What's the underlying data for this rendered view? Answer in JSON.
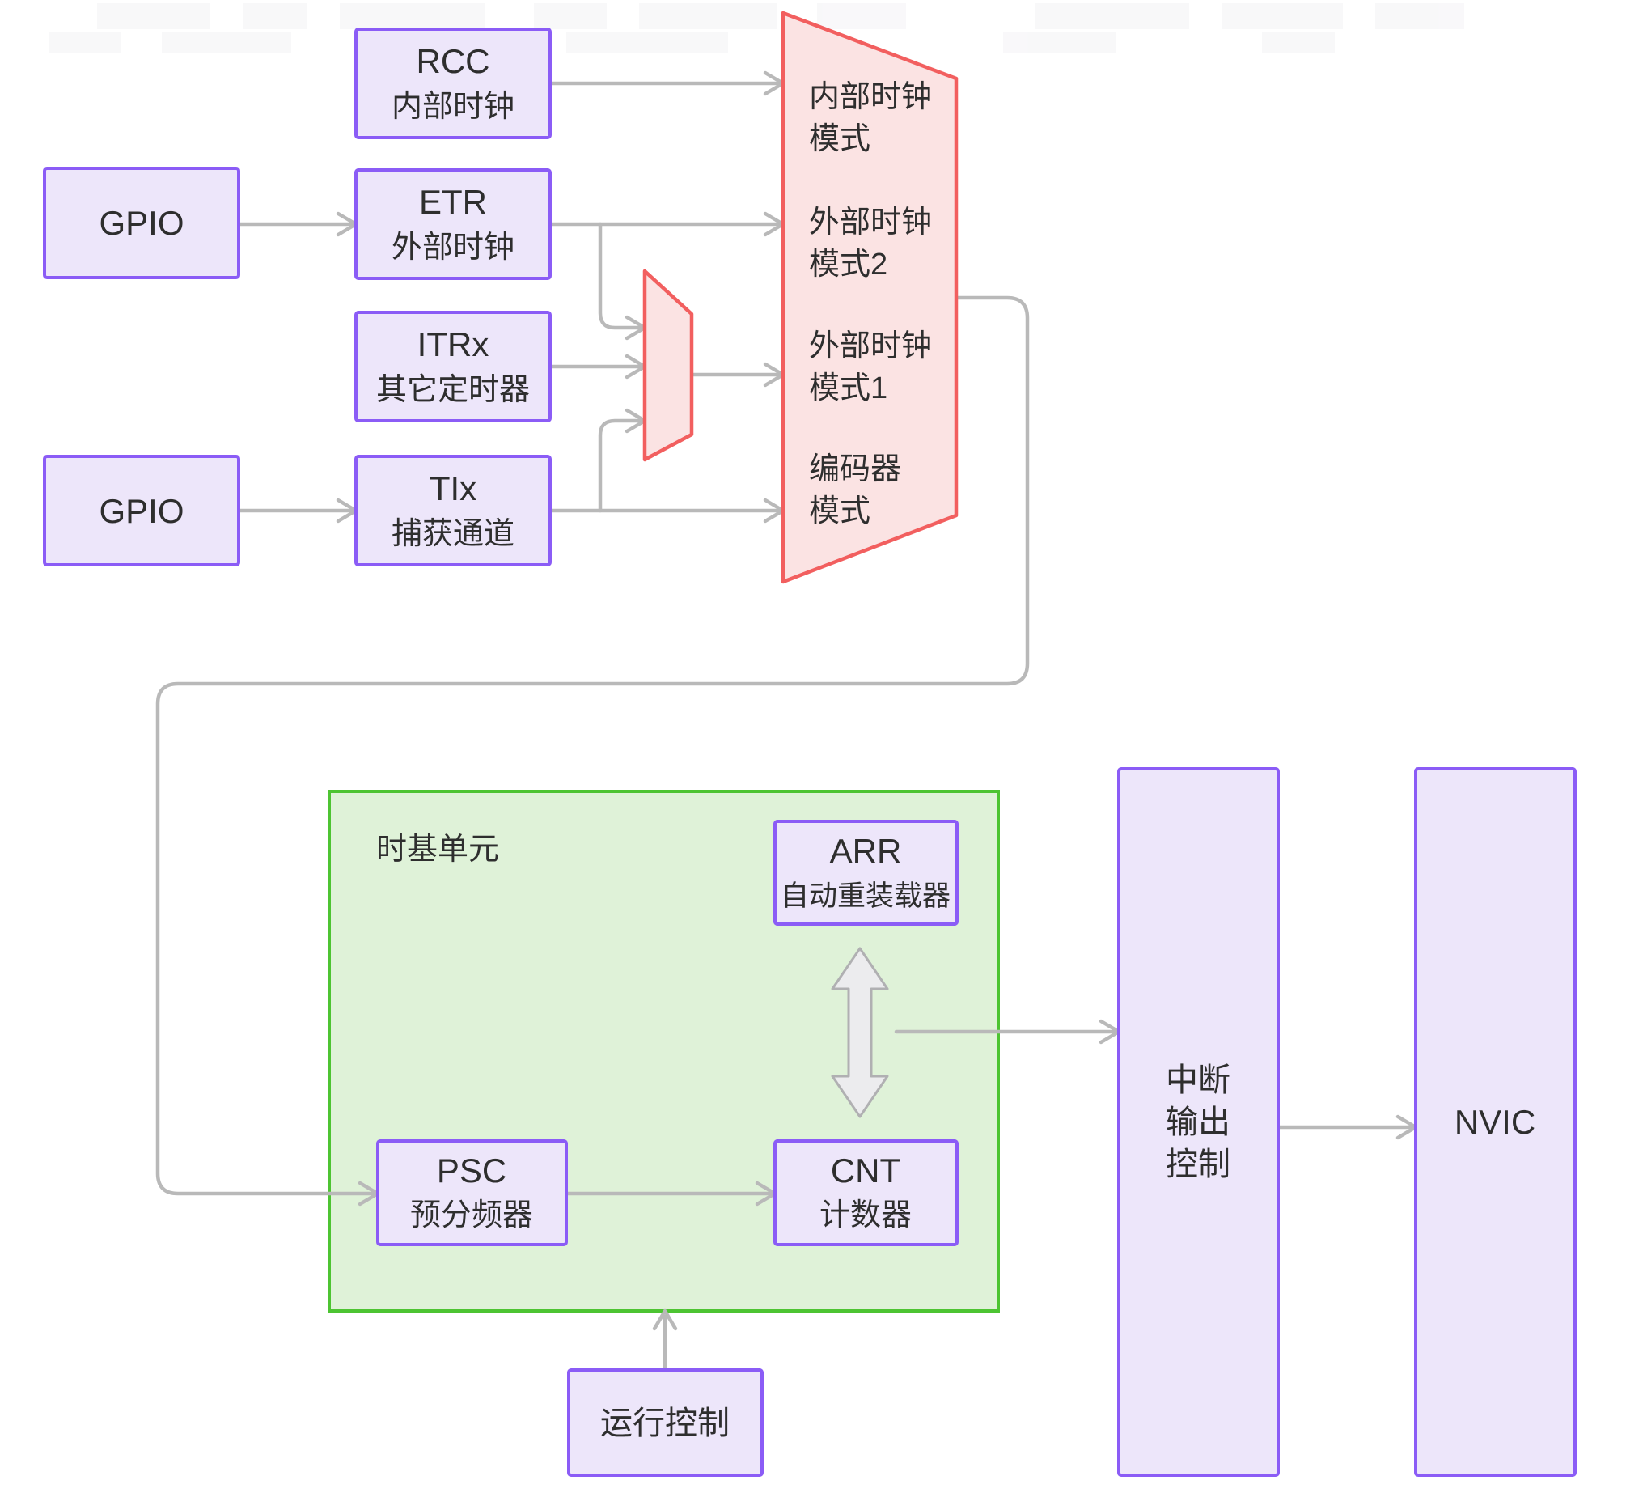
{
  "diagram": {
    "sources": {
      "gpio_top": {
        "label": "GPIO"
      },
      "gpio_bottom": {
        "label": "GPIO"
      },
      "rcc": {
        "abbr": "RCC",
        "name": "内部时钟"
      },
      "etr": {
        "abbr": "ETR",
        "name": "外部时钟"
      },
      "itrx": {
        "abbr": "ITRx",
        "name": "其它定时器"
      },
      "tix": {
        "abbr": "TIx",
        "name": "捕获通道"
      }
    },
    "mode_selector": {
      "modes": [
        {
          "line1": "内部时钟",
          "line2": "模式"
        },
        {
          "line1": "外部时钟",
          "line2": "模式2"
        },
        {
          "line1": "外部时钟",
          "line2": "模式1"
        },
        {
          "line1": "编码器",
          "line2": "模式"
        }
      ]
    },
    "time_base": {
      "label": "时基单元",
      "arr": {
        "abbr": "ARR",
        "name": "自动重装载器"
      },
      "psc": {
        "abbr": "PSC",
        "name": "预分频器"
      },
      "cnt": {
        "abbr": "CNT",
        "name": "计数器"
      }
    },
    "run_control": {
      "label": "运行控制"
    },
    "interrupt_output": {
      "line1": "中断",
      "line2": "输出",
      "line3": "控制"
    },
    "nvic": {
      "label": "NVIC"
    }
  },
  "colors": {
    "purple_fill": "#EDE6FA",
    "purple_border": "#8B5CF6",
    "red_fill": "#FBE3E3",
    "red_border": "#F25F5F",
    "green_fill": "#DFF2D8",
    "green_border": "#4DC432",
    "arrow": "#B9B9B9",
    "text": "#2E2E2E",
    "shaft_fill": "#ECECEE",
    "shaft_border": "#B0B0B2"
  }
}
